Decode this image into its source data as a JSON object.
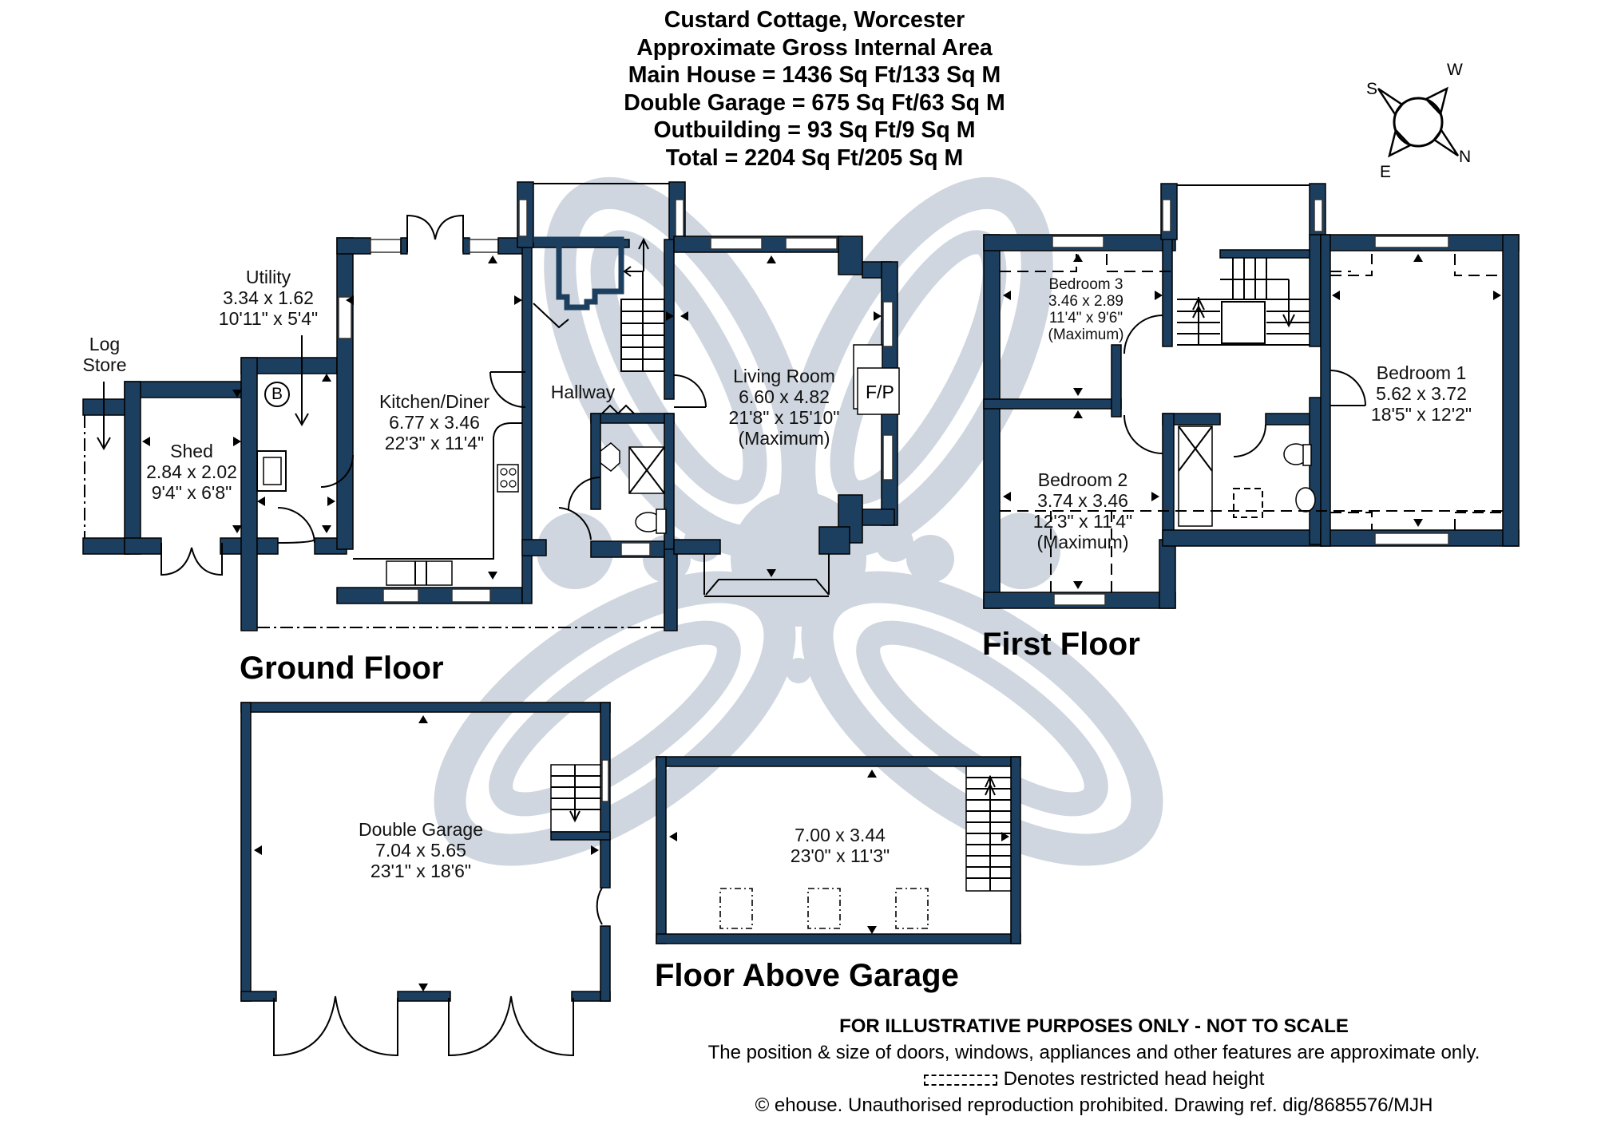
{
  "header": {
    "property_name": "Custard Cottage, Worcester",
    "subtitle": "Approximate Gross Internal Area",
    "areas": [
      {
        "label": "Main House",
        "value": "Main House = 1436 Sq Ft/133 Sq M"
      },
      {
        "label": "Double Garage",
        "value": "Double Garage = 675 Sq Ft/63 Sq M"
      },
      {
        "label": "Outbuilding",
        "value": "Outbuilding = 93 Sq Ft/9 Sq M"
      },
      {
        "label": "Total",
        "value": "Total = 2204 Sq Ft/205 Sq M"
      }
    ]
  },
  "compass": {
    "north": "N",
    "south": "S",
    "east": "E",
    "west": "W"
  },
  "floors": {
    "ground": {
      "label": "Ground Floor",
      "rooms": {
        "log_store": {
          "name": "Log",
          "name2": "Store"
        },
        "shed": {
          "name": "Shed",
          "metric": "2.84 x 2.02",
          "imperial": "9'4\" x 6'8\""
        },
        "utility": {
          "name": "Utility",
          "metric": "3.34 x 1.62",
          "imperial": "10'11\" x 5'4\"",
          "boiler_symbol": "B"
        },
        "kitchen": {
          "name": "Kitchen/Diner",
          "metric": "6.77 x 3.46",
          "imperial": "22'3\" x 11'4\""
        },
        "hallway": {
          "name": "Hallway"
        },
        "living": {
          "name": "Living Room",
          "metric": "6.60 x 4.82",
          "imperial": "21'8\" x 15'10\"",
          "note": "(Maximum)",
          "fireplace": "F/P"
        }
      }
    },
    "first": {
      "label": "First Floor",
      "rooms": {
        "bedroom3": {
          "name": "Bedroom 3",
          "metric": "3.46 x 2.89",
          "imperial": "11'4\" x 9'6\"",
          "note": "(Maximum)"
        },
        "bedroom2": {
          "name": "Bedroom 2",
          "metric": "3.74 x 3.46",
          "imperial": "12'3\" x 11'4\"",
          "note": "(Maximum)"
        },
        "bedroom1": {
          "name": "Bedroom 1",
          "metric": "5.62 x 3.72",
          "imperial": "18'5\" x 12'2\""
        }
      }
    },
    "garage": {
      "rooms": {
        "double_garage": {
          "name": "Double Garage",
          "metric": "7.04 x 5.65",
          "imperial": "23'1\" x 18'6\""
        }
      }
    },
    "above_garage": {
      "label": "Floor Above Garage",
      "rooms": {
        "loft": {
          "metric": "7.00 x 3.44",
          "imperial": "23'0\" x 11'3\""
        }
      }
    }
  },
  "footer": {
    "disclaimer": "FOR ILLUSTRATIVE PURPOSES ONLY - NOT TO SCALE",
    "note": "The position & size of doors, windows, appliances and other features are approximate only.",
    "legend": "Denotes restricted head height",
    "copyright": "© ehouse. Unauthorised reproduction prohibited. Drawing ref. dig/8685576/MJH"
  },
  "colors": {
    "wall": "#1d3f5f",
    "watermark": "#cfd6df",
    "text": "#000000"
  }
}
